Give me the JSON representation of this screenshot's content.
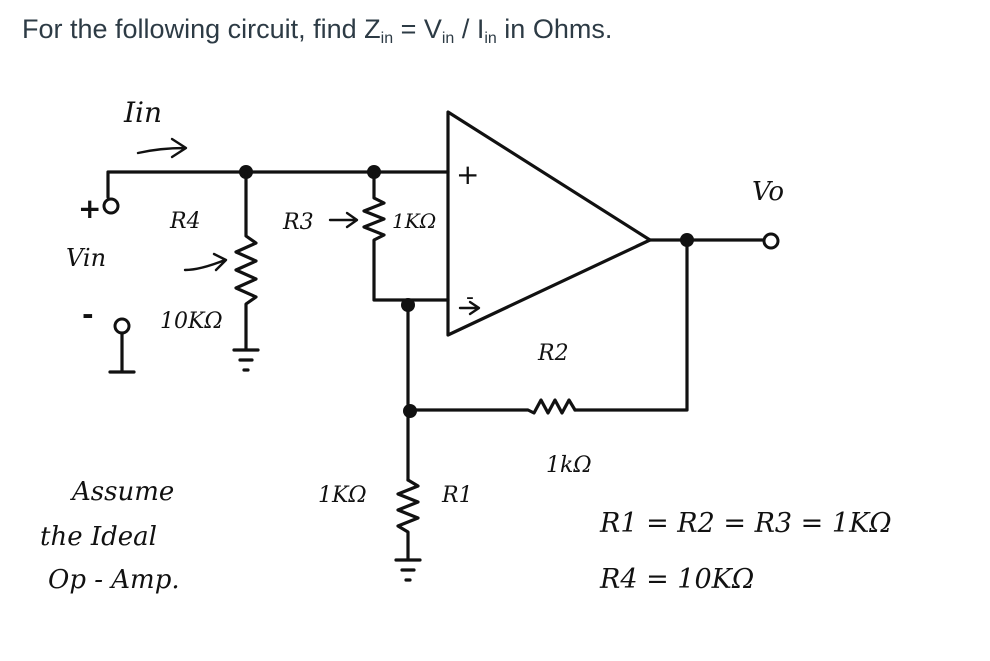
{
  "question": {
    "prefix": "For the following circuit, find Z",
    "zsub": "in",
    "eq": " = V",
    "vsub": "in",
    "slash": " / I",
    "isub": "in",
    "suffix": " in Ohms."
  },
  "diagram": {
    "iin_label": "Iin",
    "vin_label": "Vin",
    "plus_label": "+",
    "minus_label": "-",
    "r4_name": "R4",
    "r4_value": "10KΩ",
    "r3_name": "R3",
    "r3_value": "1KΩ",
    "r2_name": "R2",
    "r2_value": "1kΩ",
    "r1_name": "R1",
    "r1_value": "1KΩ",
    "opamp_plus": "+",
    "opamp_minus": "-",
    "vo_label": "Vo",
    "note_line1": "Assume",
    "note_line2": "the Ideal",
    "note_line3": "Op - Amp.",
    "equation1": "R1 = R2 = R3 = 1KΩ",
    "equation2": "R4 = 10KΩ"
  }
}
